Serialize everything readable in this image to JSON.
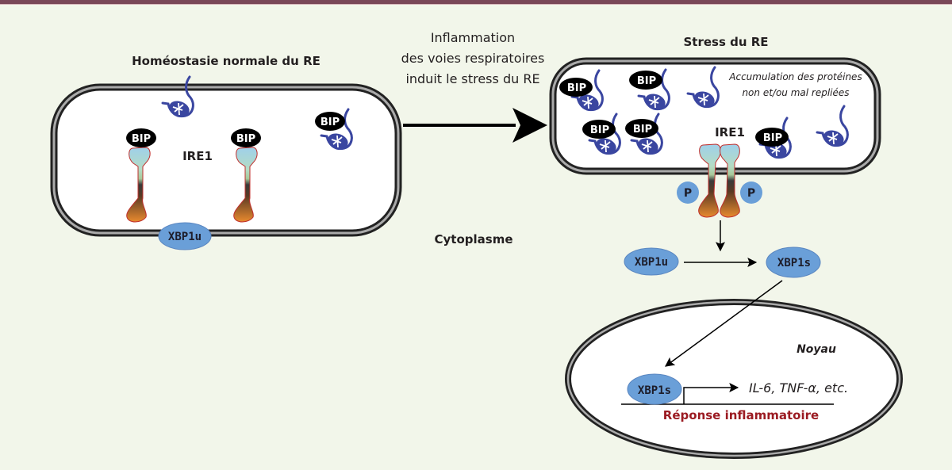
{
  "colors": {
    "background": "#f2f6ea",
    "top_bar": "#7a4858",
    "protein": "#3a46a0",
    "xbp_fill": "#6a9fd8",
    "response_red": "#9b1b22",
    "bip_fill": "#000000"
  },
  "left_panel": {
    "title": "Homéostasie normale du RE",
    "ire1_label": "IRE1",
    "bip_label": "BIP",
    "xbp1u_label": "XBP1u"
  },
  "transition": {
    "lines": [
      "Inflammation",
      "des voies respiratoires",
      "induit le stress du RE"
    ]
  },
  "right_panel": {
    "title": "Stress du RE",
    "note_lines": [
      "Accumulation des protéines",
      "non et/ou mal repliées"
    ],
    "ire1_label": "IRE1",
    "bip_label": "BIP",
    "phospho_label": "P",
    "xbp1u_label": "XBP1u",
    "xbp1s_label": "XBP1s"
  },
  "cytoplasm_label": "Cytoplasme",
  "nucleus": {
    "title": "Noyau",
    "xbp1s_label": "XBP1s",
    "genes_label": "IL-6, TNF-α, etc.",
    "response_label": "Réponse inflammatoire"
  }
}
